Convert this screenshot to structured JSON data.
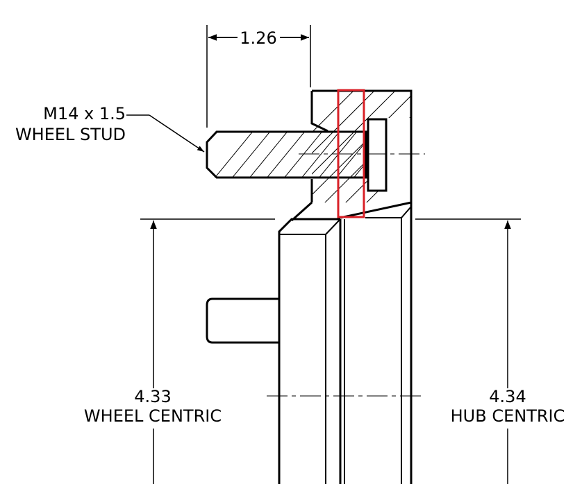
{
  "dimensions": {
    "stud_offset": "1.26",
    "wheel_centric_value": "4.33",
    "wheel_centric_label": "WHEEL CENTRIC",
    "hub_centric_value": "4.34",
    "hub_centric_label": "HUB CENTRIC"
  },
  "callout": {
    "line1": "M14 x 1.5",
    "line2": "WHEEL STUD"
  },
  "colors": {
    "line": "#000000",
    "highlight": "#d92027",
    "background": "#ffffff"
  }
}
